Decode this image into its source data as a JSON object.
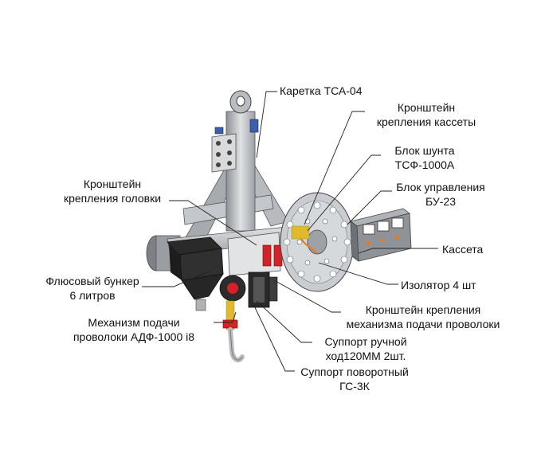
{
  "colors": {
    "line": "#222222",
    "metal_light": "#d4d6d8",
    "metal_mid": "#a9adb1",
    "metal_dark": "#6e7277",
    "black": "#1a1a1a",
    "red": "#d2232a",
    "blue": "#3a5fb0",
    "orange": "#e87a1e",
    "yellow": "#e3b82d",
    "cassette": "#c9ccd0"
  },
  "labels": {
    "karetka": [
      "Каретка ТСА-04"
    ],
    "kronshtein_kassety": [
      "Кронштейн",
      "крепления кассеты"
    ],
    "blok_shunta": [
      "Блок шунта",
      "ТСФ-1000А"
    ],
    "kronshtein_golovki": [
      "Кронштейн",
      "крепления головки"
    ],
    "blok_upravleniya": [
      "Блок управления",
      "БУ-23"
    ],
    "kasseta": [
      "Кассета"
    ],
    "izolyator": [
      "Изолятор 4 шт"
    ],
    "flyus_bunker": [
      "Флюсовый бункер",
      "6 литров"
    ],
    "kronshtein_mehanizma": [
      "Кронштейн крепления",
      "механизма подачи проволоки"
    ],
    "mehanizm_podachi": [
      "Механизм подачи",
      "проволоки АДФ-1000 i8"
    ],
    "support_ruchnoy": [
      "Суппорт ручной",
      "ход120ММ 2шт."
    ],
    "support_povorotny": [
      "Суппорт поворотный",
      "ГС-3К"
    ]
  }
}
